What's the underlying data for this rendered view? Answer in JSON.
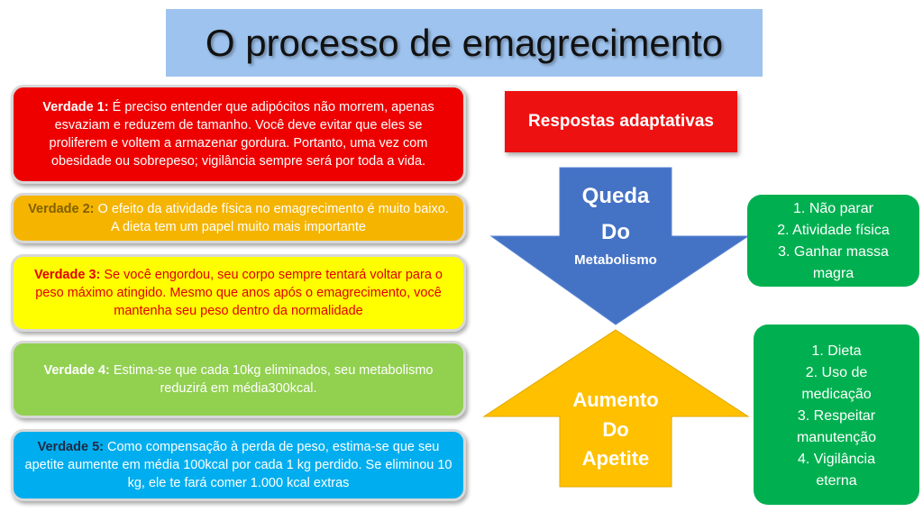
{
  "title": "O processo de emagrecimento",
  "truths": [
    {
      "label": "Verdade 1:",
      "text": " É preciso entender que adipócitos não morrem, apenas esvaziam e reduzem de tamanho. Você deve evitar que eles se proliferem e voltem a armazenar gordura. Portanto, uma vez com obesidade ou sobrepeso; vigilância sempre será por toda a vida."
    },
    {
      "label": "Verdade 2:",
      "text": " O efeito da atividade física no emagrecimento é muito baixo. A dieta tem um papel muito mais importante"
    },
    {
      "label": "Verdade 3:",
      "text": " Se você engordou, seu corpo sempre tentará voltar para o peso máximo atingido. Mesmo que anos após o emagrecimento, você mantenha seu peso dentro da normalidade"
    },
    {
      "label": "Verdade 4:",
      "text": " Estima-se que cada 10kg eliminados, seu metabolismo reduzirá em média300kcal."
    },
    {
      "label": "Verdade 5:",
      "text": " Como compensação à perda de peso, estima-se que seu apetite aumente em média 100kcal por cada 1 kg perdido. Se eliminou 10 kg, ele te fará comer 1.000 kcal extras"
    }
  ],
  "respostas": "Respostas adaptativas",
  "queda": {
    "line1": "Queda",
    "line2": "Do",
    "line3": "Metabolismo"
  },
  "aumento": {
    "line1": "Aumento",
    "line2": "Do",
    "line3": "Apetite"
  },
  "metabolismo_items": [
    "1.   Não parar",
    "2.   Atividade física",
    "3.   Ganhar massa magra"
  ],
  "apetite_items": [
    "1.   Dieta",
    "2.   Uso de medicação",
    "3.   Respeitar manutenção",
    "4.   Vigilância eterna"
  ],
  "colors": {
    "blue_arrow": "#4472c4",
    "yellow_arrow": "#ffc000",
    "green_box": "#00b050",
    "red_box": "#ee1111"
  }
}
